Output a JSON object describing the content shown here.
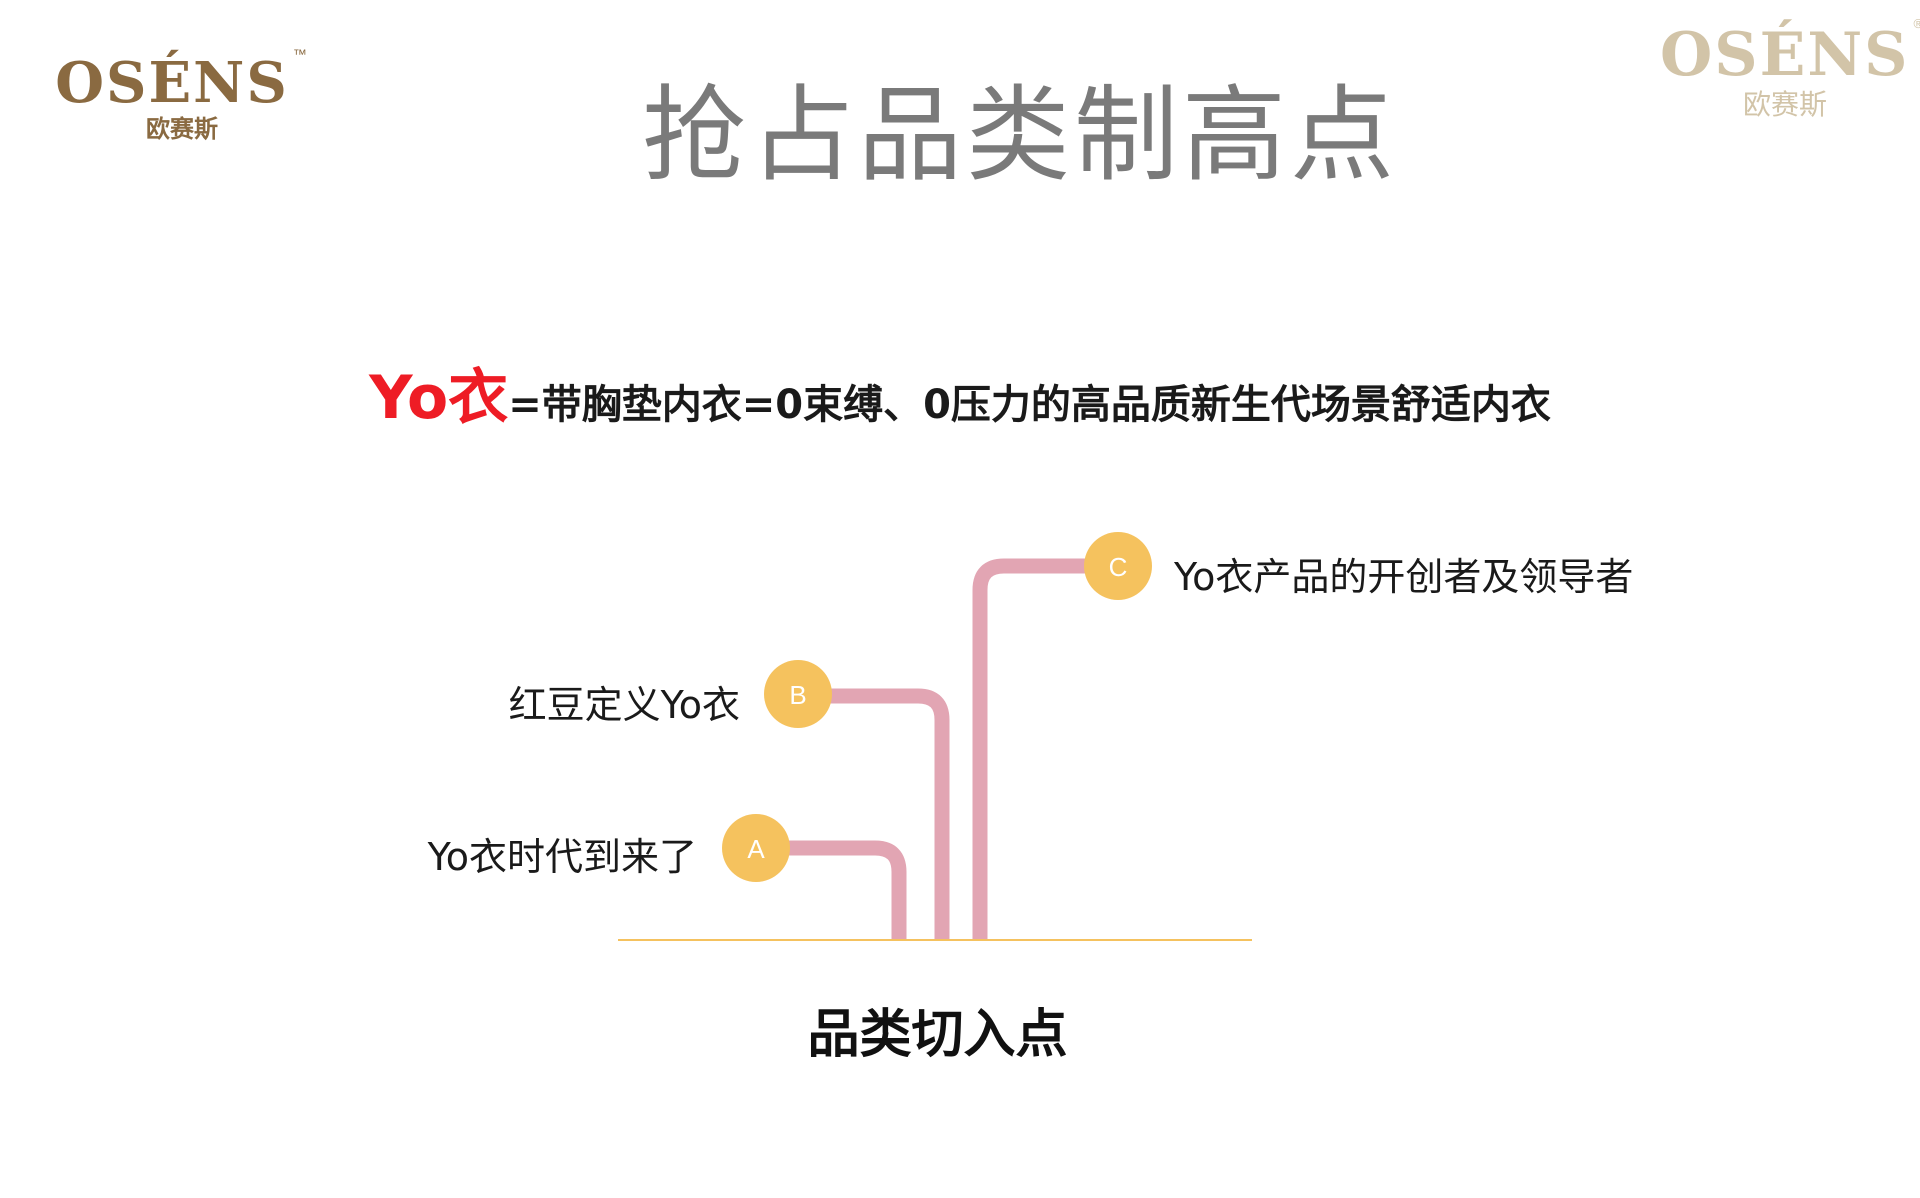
{
  "logos": {
    "left": {
      "brand": "OSÉNS",
      "mark": "™",
      "cn": "欧赛斯"
    },
    "right": {
      "brand": "OSÉNS",
      "mark": "®",
      "cn": "欧赛斯"
    }
  },
  "title": "抢占品类制高点",
  "tagline": {
    "highlight": "Yo衣",
    "rest": "=带胸垫内衣=0束缚、0压力的高品质新生代场景舒适内衣",
    "highlight_color": "#ee1c25"
  },
  "diagram": {
    "pipe_color": "#e2a5b3",
    "node_color": "#f5c25e",
    "baseline_color": "#f5c25e",
    "nodes": [
      {
        "letter": "A",
        "text": "Yo衣时代到来了"
      },
      {
        "letter": "B",
        "text": "红豆定义Yo衣"
      },
      {
        "letter": "C",
        "text": "Yo衣产品的开创者及领导者"
      }
    ],
    "caption": "品类切入点"
  }
}
